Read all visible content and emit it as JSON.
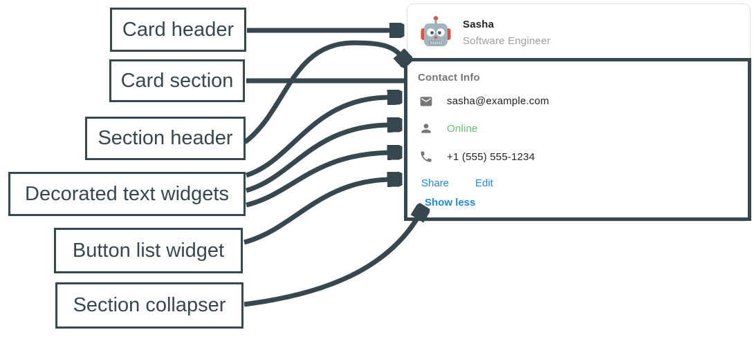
{
  "annotations": {
    "card_header": "Card header",
    "card_section": "Card section",
    "section_header": "Section header",
    "decorated_text_widgets": "Decorated text widgets",
    "button_list_widget": "Button list widget",
    "section_collapser": "Section collapser"
  },
  "card": {
    "header": {
      "avatar_icon": "robot-avatar-icon",
      "name": "Sasha",
      "title": "Software Engineer"
    },
    "section": {
      "title": "Contact Info",
      "rows": [
        {
          "icon": "email-icon",
          "text": "sasha@example.com"
        },
        {
          "icon": "person-icon",
          "text": "Online"
        },
        {
          "icon": "phone-icon",
          "text": "+1 (555) 555-1234"
        }
      ],
      "buttons": [
        {
          "label": "Share"
        },
        {
          "label": "Edit"
        }
      ],
      "collapser_label": "Show less"
    }
  },
  "colors": {
    "annotation_dark": "#37474F",
    "link_blue": "#1E88E5",
    "online_green": "#5FC768",
    "muted_gray": "#757575",
    "title_gray": "#9E9E9E",
    "body_dark": "#202124",
    "card_border": "#E0E0E0"
  }
}
